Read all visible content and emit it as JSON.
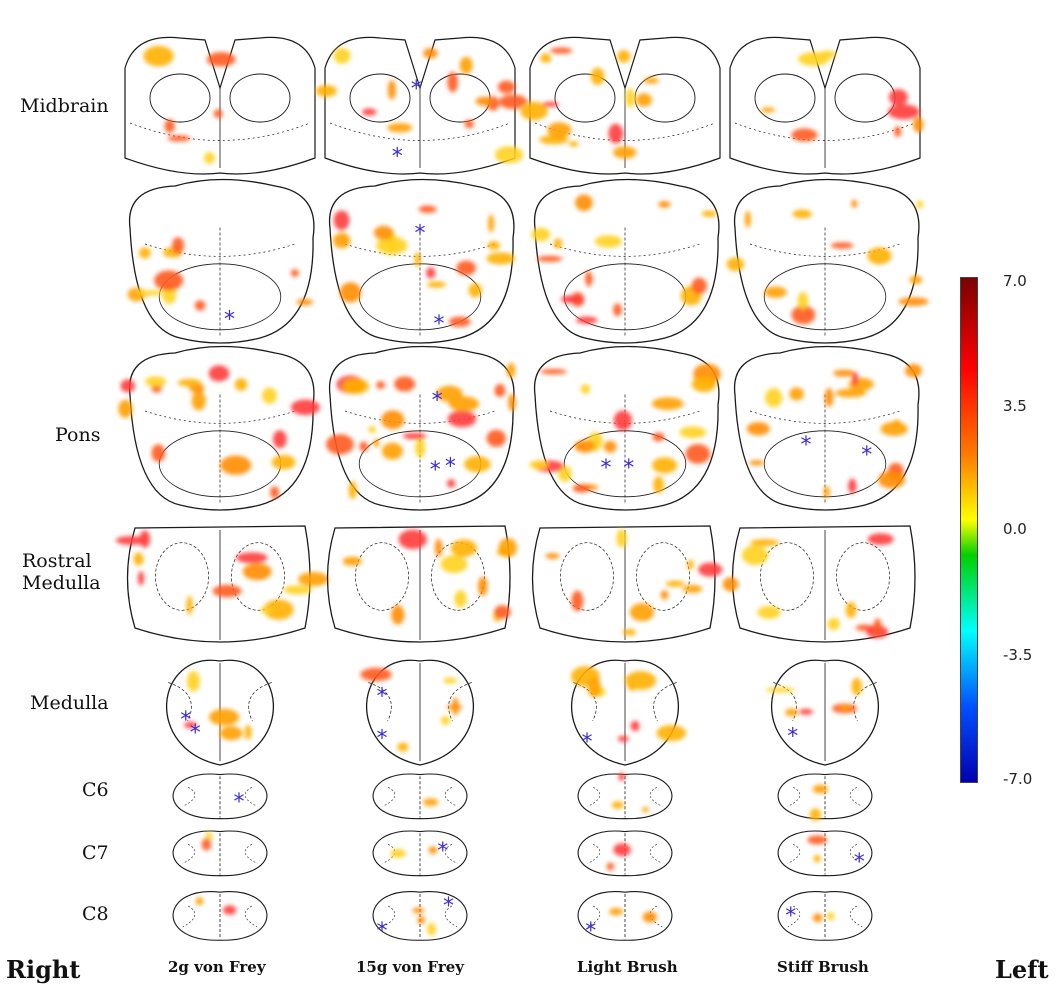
{
  "rows": [
    "Midbrain",
    "",
    "Pons",
    "Rostral Medulla",
    "Medulla",
    "C6",
    "C7",
    "C8"
  ],
  "columns": [
    "2g von Frey",
    "15g von Frey",
    "Light Brush",
    "Stiff Brush"
  ],
  "side_labels": {
    "right": "Right",
    "left": "Left"
  },
  "colorbar": {
    "ticks": [
      "7.0",
      "3.5",
      "0.0",
      "-3.5",
      "-7.0"
    ],
    "max": 7.0,
    "min": -7.0,
    "colors": [
      "#7a0000",
      "#ff0000",
      "#ff7a00",
      "#ffff00",
      "#00d000",
      "#00ffff",
      "#0050ff",
      "#0000b0"
    ]
  },
  "asterisk_symbol": "*",
  "asterisk_color": "#3b2cd6",
  "outline_color": "#1a1a1a"
}
